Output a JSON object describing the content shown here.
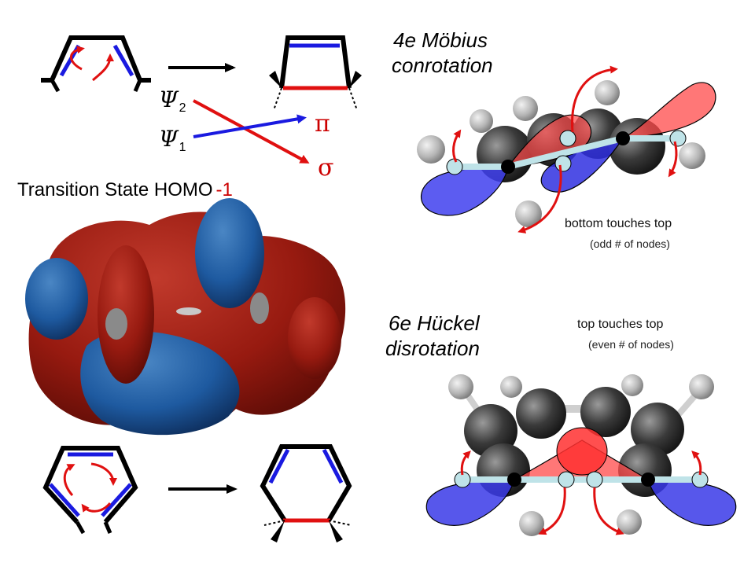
{
  "labels": {
    "mobius_title_1": "4e  Möbius",
    "mobius_title_2": "conrotation",
    "mobius_note_1": "bottom touches top",
    "mobius_note_2": "(odd # of nodes)",
    "huckel_title_1": "6e Hückel",
    "huckel_title_2": "disrotation",
    "huckel_note_1": "top touches top",
    "huckel_note_2": "(even # of nodes)",
    "transition_state": "Transition State HOMO",
    "transition_state_suffix": "-1",
    "psi_symbol": "Ψ",
    "psi2_sub": "2",
    "psi1_sub": "1",
    "pi_symbol": "π",
    "sigma_symbol": "σ"
  },
  "colors": {
    "red": "#e01010",
    "blue": "#1a1ae0",
    "lobe_red": "#ff5a5a",
    "lobe_blue": "#4040ee",
    "orbital_red": "#9b1b12",
    "orbital_blue": "#1e5aa0",
    "atom_dark": "#3a3a3a",
    "atom_h": "#bdbdbd",
    "bond_light": "#bfe3e8"
  }
}
